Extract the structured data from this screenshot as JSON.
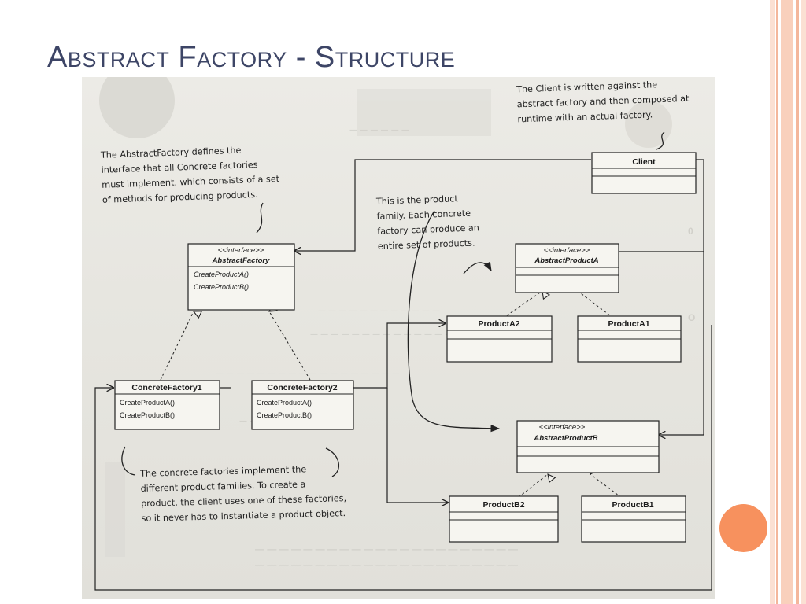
{
  "slide": {
    "title": "Abstract Factory - Structure"
  },
  "diagram": {
    "client": {
      "name": "Client"
    },
    "abstract_factory": {
      "stereotype": "<<interface>>",
      "name": "AbstractFactory",
      "operations": [
        "CreateProductA()",
        "CreateProductB()"
      ]
    },
    "concrete_factory_1": {
      "name": "ConcreteFactory1",
      "operations": [
        "CreateProductA()",
        "CreateProductB()"
      ]
    },
    "concrete_factory_2": {
      "name": "ConcreteFactory2",
      "operations": [
        "CreateProductA()",
        "CreateProductB()"
      ]
    },
    "abstract_product_a": {
      "stereotype": "<<interface>>",
      "name": "AbstractProductA"
    },
    "abstract_product_b": {
      "stereotype": "<<interface>>",
      "name": "AbstractProductB"
    },
    "product_a2": {
      "name": "ProductA2"
    },
    "product_a1": {
      "name": "ProductA1"
    },
    "product_b2": {
      "name": "ProductB2"
    },
    "product_b1": {
      "name": "ProductB1"
    },
    "notes": {
      "client_note": [
        "The Client is written against the",
        "abstract factory and then composed at",
        "runtime with an actual factory."
      ],
      "abstract_factory_note": [
        "The AbstractFactory defines the",
        "interface that all Concrete factories",
        "must implement, which consists of a set",
        "of methods for producing products."
      ],
      "product_family_note": [
        "This is the product",
        "family.  Each concrete",
        "factory can produce an",
        "entire set of products."
      ],
      "concrete_factories_note": [
        "The concrete factories implement the",
        "different product families.  To create a",
        "product, the client uses one of these factories,",
        "so it never has to instantiate a product object."
      ]
    }
  },
  "colors": {
    "title": "#3d4566",
    "accent_circle": "#f7915e",
    "stripe": "#f4b79c"
  }
}
